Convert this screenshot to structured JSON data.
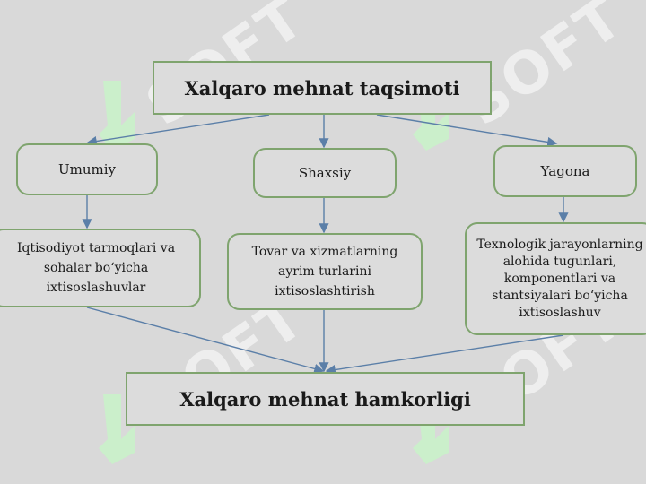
{
  "watermark": {
    "text": "SOFT"
  },
  "diagram": {
    "root": {
      "label": "Xalqaro mehnat taqsimoti"
    },
    "categories": [
      {
        "label": "Umumiy",
        "detail": "Iqtisodiyot tarmoqlari va sohalar bo‘yicha ixtisoslashuvlar"
      },
      {
        "label": "Shaxsiy",
        "detail": "Tovar va xizmatlarning ayrim turlarini ixtisoslashtirish"
      },
      {
        "label": "Yagona",
        "detail": "Texnologik jarayonlarning alohida tugunlari, komponentlari va stantsiyalari bo‘yicha ixtisoslashuv"
      }
    ],
    "result": {
      "label": "Xalqaro mehnat hamkorligi"
    }
  },
  "colors": {
    "background": "#d9d9d9",
    "box_border": "#7fa46e",
    "arrow": "#5b7fa8",
    "watermark_green": "#c8f2c8"
  }
}
